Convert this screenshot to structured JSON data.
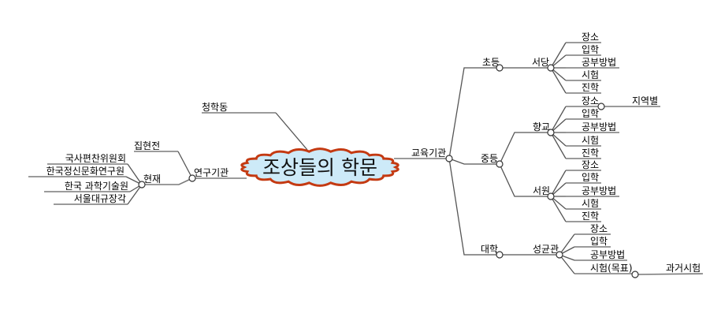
{
  "title": "조상들의 학문",
  "nodes": {
    "cheonghakdong": "청학동",
    "research": "연구기관",
    "jiphyeonjeon": "집현전",
    "present": "현재",
    "present_children": [
      "국사편찬위원회",
      "한국정신문화연구원",
      "한국 과학기술원",
      "서울대규장각"
    ],
    "education": "교육기관",
    "elementary": "초등",
    "seodang": "서당",
    "seodang_children": [
      "장소",
      "입학",
      "공부방법",
      "시험",
      "진학"
    ],
    "middle": "중등",
    "hyanggyo": "향교",
    "hyanggyo_children": [
      "장소",
      "입학",
      "공부방법",
      "시험",
      "진학"
    ],
    "hyanggyo_place_child": "지역별",
    "seowon": "서원",
    "seowon_children": [
      "장소",
      "입학",
      "공부방법",
      "시험",
      "진학"
    ],
    "university": "대학",
    "sunggyungwan": "성균관",
    "sunggyungwan_children": [
      "장소",
      "입학",
      "공부방법",
      "시험(목표)"
    ],
    "exam_child": "과거시험"
  },
  "colors": {
    "cloud_fill": "#cdeaf8",
    "cloud_border": "#c43a12",
    "line": "#555555"
  }
}
